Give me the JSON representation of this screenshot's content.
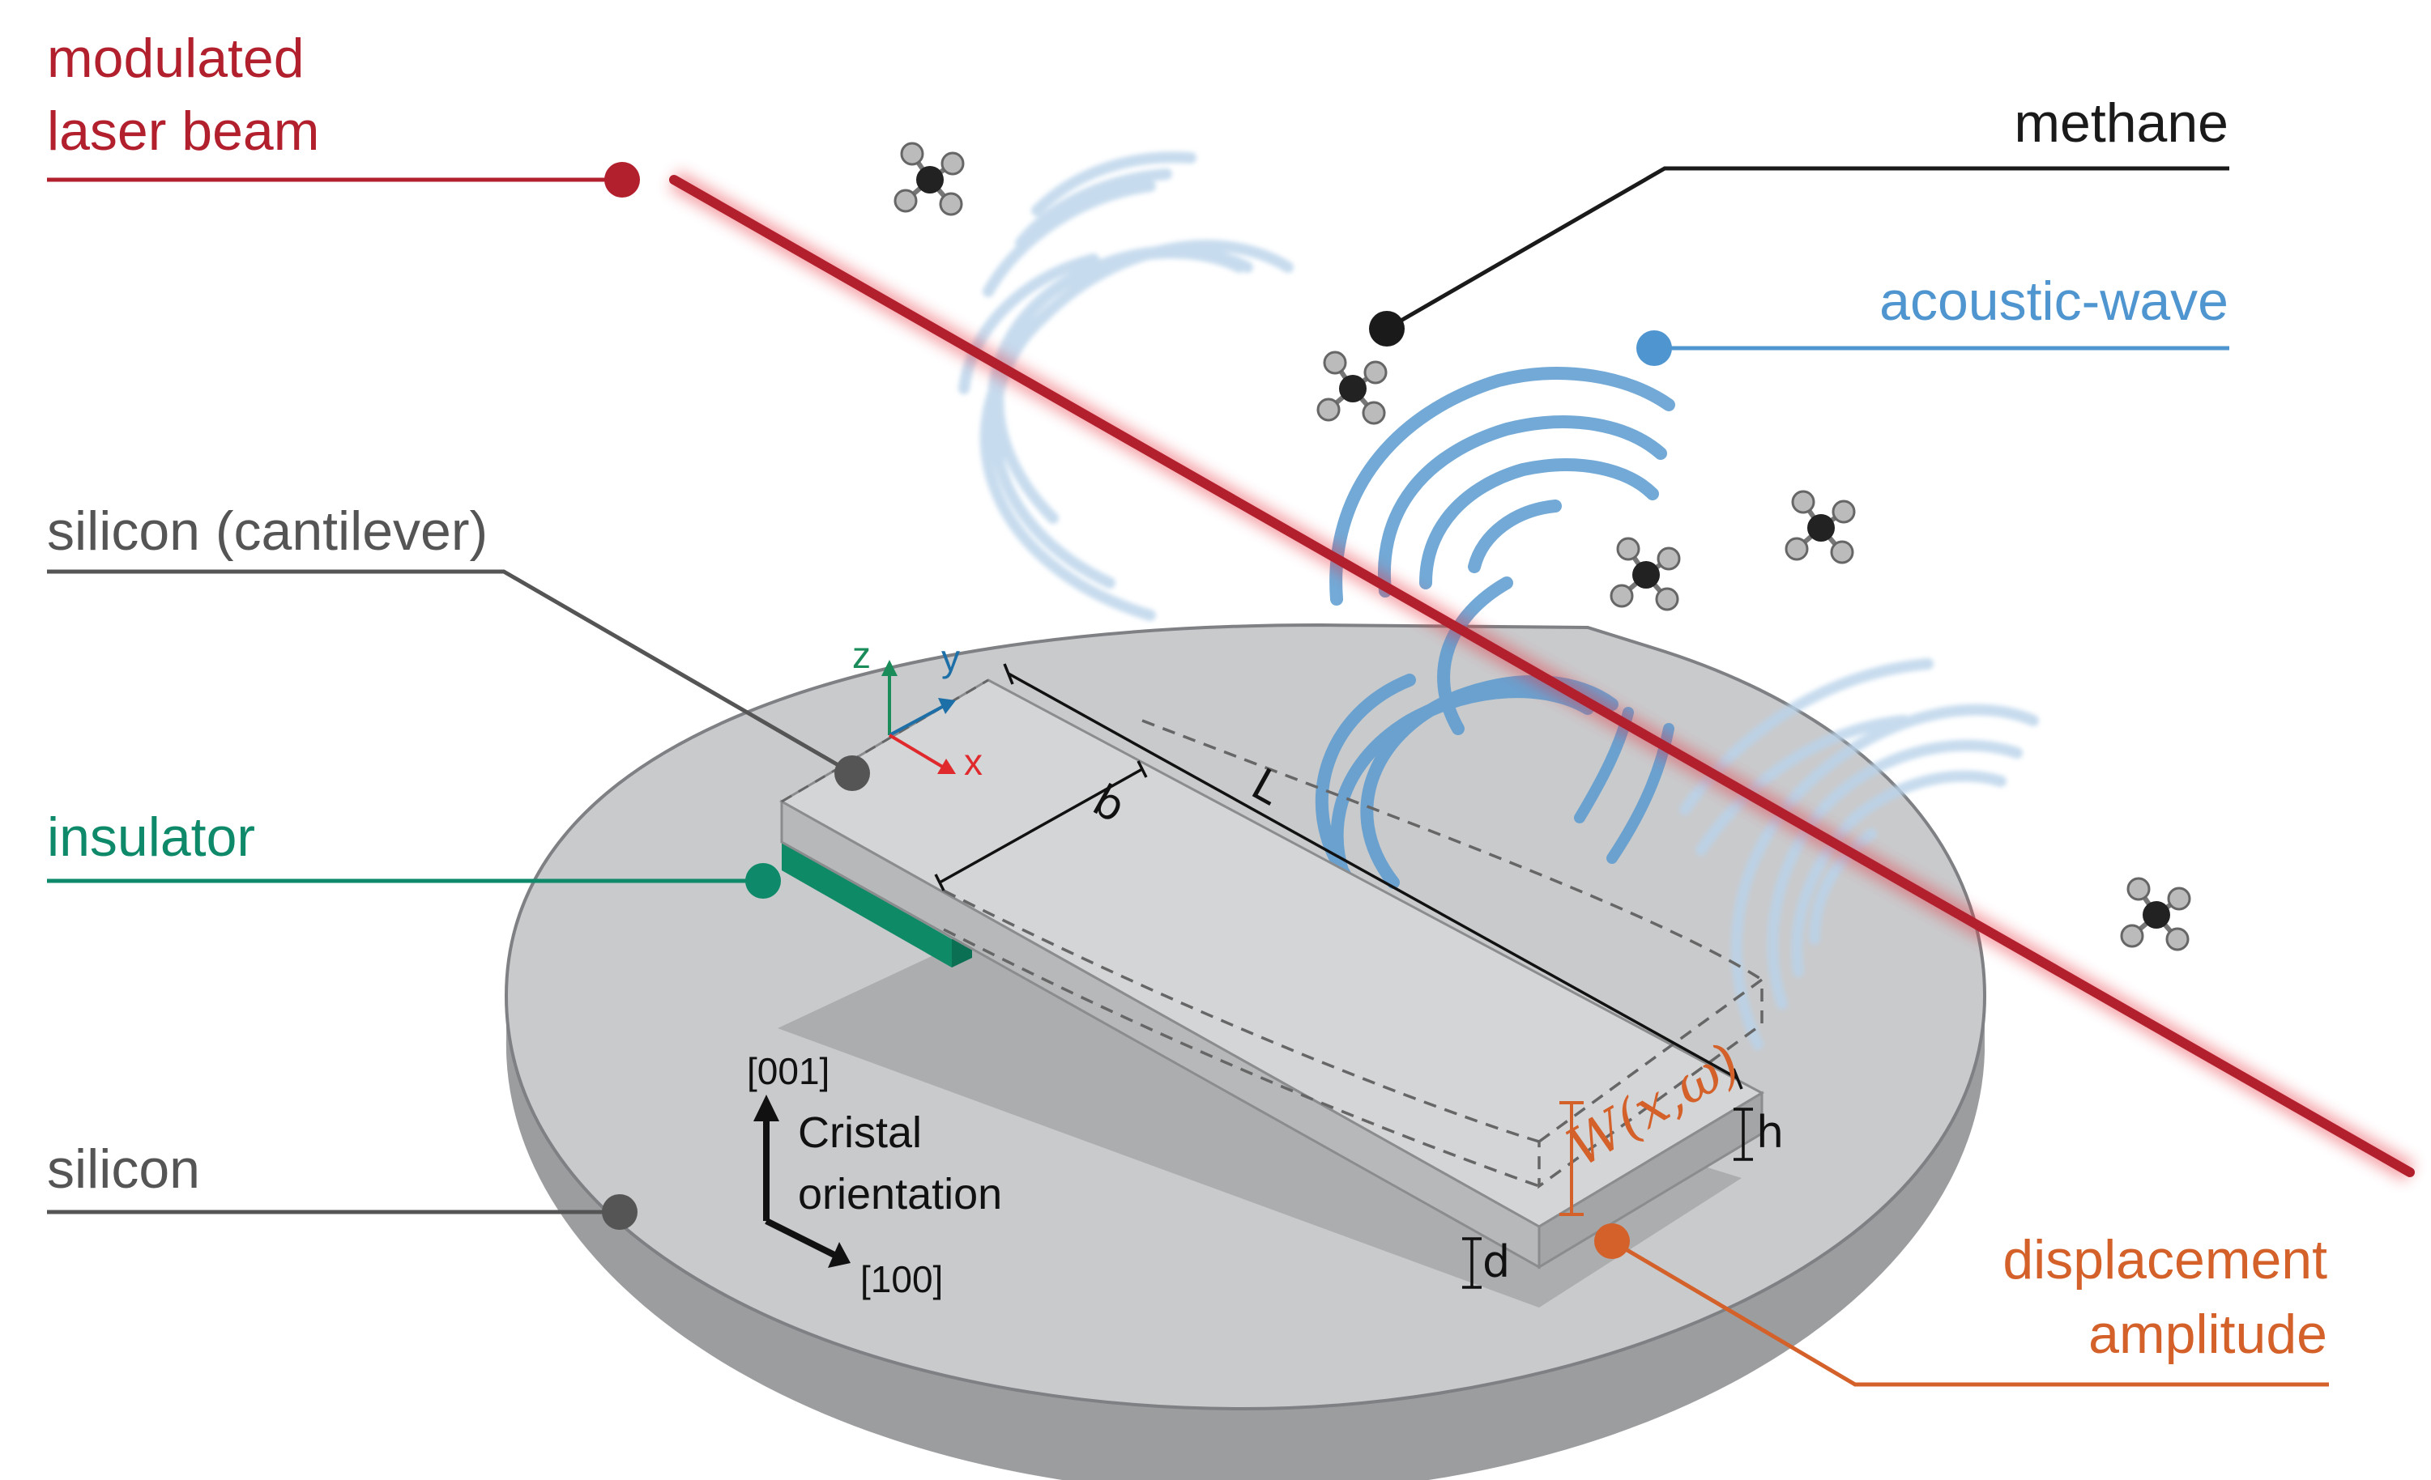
{
  "labels": {
    "laser": [
      "modulated",
      "laser beam"
    ],
    "methane": "methane",
    "acoustic_wave": "acoustic-wave",
    "cantilever": "silicon (cantilever)",
    "insulator": "insulator",
    "silicon": "silicon",
    "displacement": [
      "displacement",
      "amplitude"
    ]
  },
  "dimensions": {
    "length": "L",
    "width": "b",
    "thickness": "h",
    "insulator_thickness": "d",
    "displacement": "W(x,ω)"
  },
  "axes": {
    "x": "x",
    "y": "y",
    "z": "z"
  },
  "crystal": {
    "up": "[001]",
    "right": "[100]",
    "caption": [
      "Cristal",
      "orientation"
    ]
  },
  "colors": {
    "laser": "#b21f2d",
    "methane": "#1a1a1a",
    "acoustic": "#4f95cf",
    "silicon_label": "#555555",
    "insulator": "#0e8a6b",
    "displacement": "#d4602a",
    "axis_x": "#e0292c",
    "axis_y": "#1d6fa8",
    "axis_z": "#1a8c5a"
  },
  "icons": [
    "methane-molecule-icon",
    "crystal-orientation-arrows-icon"
  ]
}
